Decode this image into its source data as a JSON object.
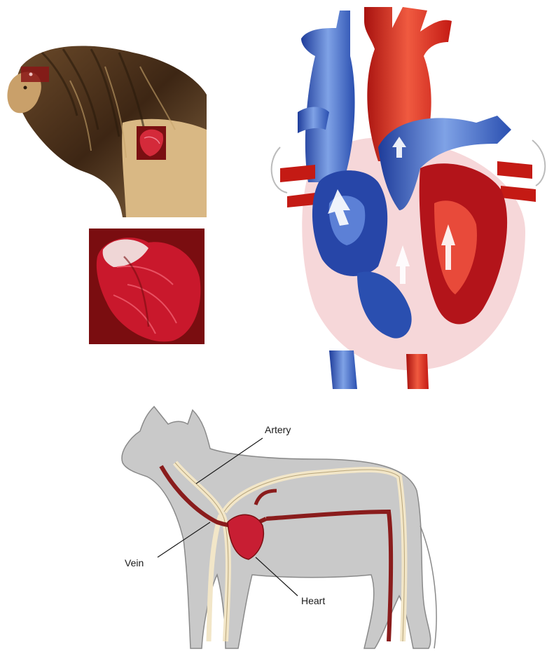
{
  "cat_diagram": {
    "labels": {
      "artery": "Artery",
      "vein": "Vein",
      "heart": "Heart"
    }
  },
  "colors": {
    "artery_red": "#d2221e",
    "vein_blue": "#2a4fb0",
    "heart_flesh": "#c81e33",
    "cat_fur": "#c9c9c9",
    "vessel_cream": "#f2e6c8",
    "vessel_dark_red": "#8a1c1c"
  }
}
